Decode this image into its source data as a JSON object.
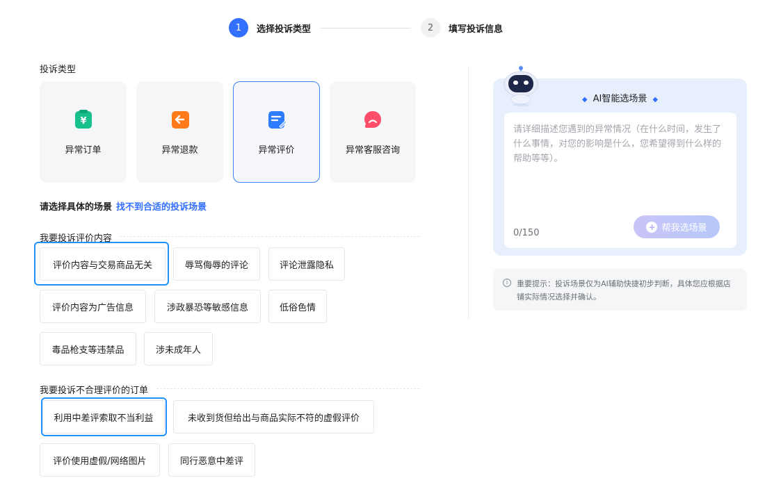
{
  "stepper": {
    "step1_number": "1",
    "step1_label": "选择投诉类型",
    "step2_number": "2",
    "step2_label": "填写投诉信息"
  },
  "complaint_type": {
    "label": "投诉类型",
    "cards": [
      {
        "label": "异常订单",
        "icon": "order-icon",
        "color": "#18c08b"
      },
      {
        "label": "异常退款",
        "icon": "refund-icon",
        "color": "#ff7a1a"
      },
      {
        "label": "异常评价",
        "icon": "review-icon",
        "color": "#2f7dff"
      },
      {
        "label": "异常客服咨询",
        "icon": "service-icon",
        "color": "#ff4d6a"
      }
    ],
    "selected": "异常评价"
  },
  "scene": {
    "title": "请选择具体的场景",
    "link": "找不到合适的投诉场景"
  },
  "group1": {
    "title": "我要投诉评价内容",
    "options": [
      "评价内容与交易商品无关",
      "辱骂侮辱的评论",
      "评论泄露隐私",
      "评价内容为广告信息",
      "涉政暴恐等敏感信息",
      "低俗色情",
      "毒品枪支等违禁品",
      "涉未成年人"
    ]
  },
  "group2": {
    "title": "我要投诉不合理评价的订单",
    "options": [
      "利用中差评索取不当利益",
      "未收到货但给出与商品实际不符的虚假评价",
      "评价使用虚假/网络图片",
      "同行恶意中差评"
    ]
  },
  "ai_panel": {
    "title": "AI智能选场景",
    "placeholder": "请详细描述您遇到的异常情况（在什么时间，发生了什么事情，对您的影响是什么，您希望得到什么样的帮助等等）。",
    "count": "0/150",
    "button": "帮我选场景"
  },
  "notice": {
    "text": "重要提示：投诉场景仅为AI辅助快捷初步判断，具体您应根据店铺实际情况选择并确认。"
  },
  "colors": {
    "accent": "#3370ff",
    "focus": "#1e90ff"
  }
}
